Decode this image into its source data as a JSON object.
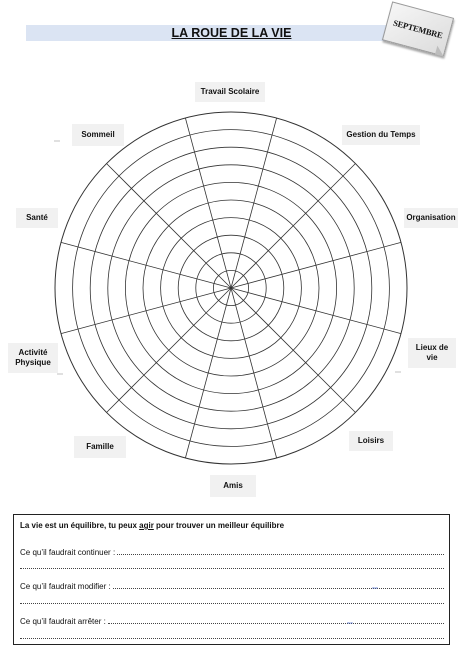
{
  "header": {
    "title": "LA ROUE DE LA VIE",
    "stamp": "SEPTEMBRE"
  },
  "wheel": {
    "rings": 10,
    "spokes": 12,
    "labels": [
      "Travail Scolaire",
      "Gestion du Temps",
      "Organisation",
      "Lieux de vie",
      "Loisirs",
      "Amis",
      "Famille",
      "Activité Physique",
      "Santé",
      "Sommeil"
    ]
  },
  "reflection": {
    "heading_pre": "La vie est un équilibre, tu peux ",
    "heading_emph": "agir",
    "heading_post": " pour trouver un meilleur équilibre",
    "q1": "Ce qu’il faudrait continuer :",
    "q2": "Ce qu’il faudrait modifier :",
    "q3": "Ce qu’il faudrait arrêter :"
  },
  "colors": {
    "title_band": "#dbe4f3",
    "label_bg": "#f1f1f1",
    "line": "#444444"
  }
}
